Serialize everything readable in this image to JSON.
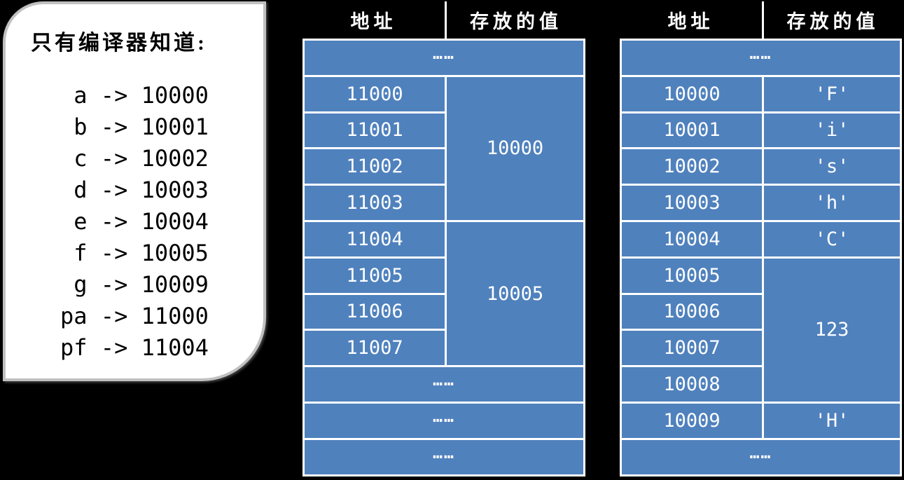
{
  "colors": {
    "background": "#000000",
    "table_fill": "#4f81bd",
    "table_grid": "#ffffff",
    "bubble_fill": "#ffffff",
    "bubble_border": "#c0c0c0"
  },
  "bubble": {
    "title": "只有编译器知道:",
    "arrow": "->",
    "mappings": [
      {
        "name": "a",
        "address": "10000"
      },
      {
        "name": "b",
        "address": "10001"
      },
      {
        "name": "c",
        "address": "10002"
      },
      {
        "name": "d",
        "address": "10003"
      },
      {
        "name": "e",
        "address": "10004"
      },
      {
        "name": "f",
        "address": "10005"
      },
      {
        "name": "g",
        "address": "10009"
      },
      {
        "name": "pa",
        "address": "11000"
      },
      {
        "name": "pf",
        "address": "11004"
      }
    ]
  },
  "pointer_table": {
    "headers": {
      "address": "地址",
      "value": "存放的值"
    },
    "ellipsis": "……",
    "groups": [
      {
        "addresses": [
          "11000",
          "11001",
          "11002",
          "11003"
        ],
        "value": "10000"
      },
      {
        "addresses": [
          "11004",
          "11005",
          "11006",
          "11007"
        ],
        "value": "10005"
      }
    ]
  },
  "variable_table": {
    "headers": {
      "address": "地址",
      "value": "存放的值"
    },
    "ellipsis": "……",
    "rows": [
      {
        "address": "10000",
        "value": "'F'"
      },
      {
        "address": "10001",
        "value": "'i'"
      },
      {
        "address": "10002",
        "value": "'s'"
      },
      {
        "address": "10003",
        "value": "'h'"
      },
      {
        "address": "10004",
        "value": "'C'"
      }
    ],
    "group": {
      "addresses": [
        "10005",
        "10006",
        "10007",
        "10008"
      ],
      "value": "123"
    },
    "last_row": {
      "address": "10009",
      "value": "'H'"
    }
  }
}
